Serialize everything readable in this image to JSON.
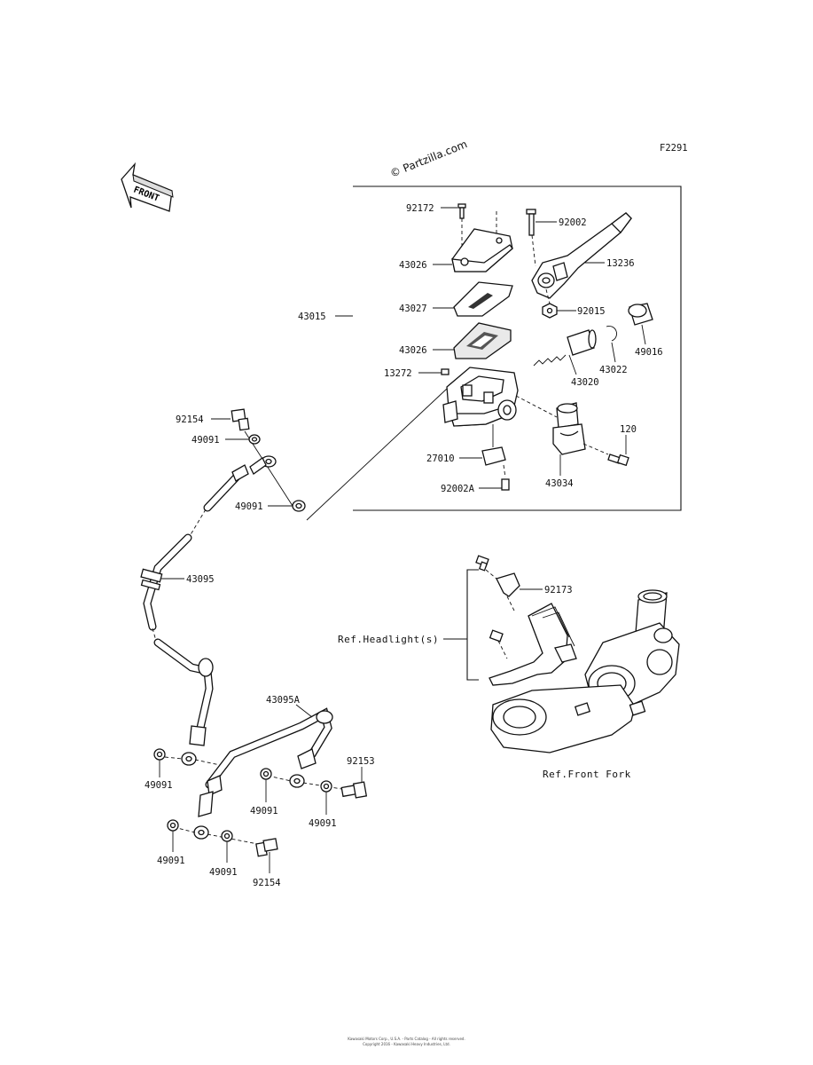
{
  "diagram": {
    "figure_code": "F2291",
    "watermark": "© Partzilla.com",
    "front_badge": "FRONT",
    "labels": {
      "p92172": "92172",
      "p43026a": "43026",
      "p43027": "43027",
      "p43026b": "43026",
      "p43015": "43015",
      "p13272": "13272",
      "p92002": "92002",
      "p13236": "13236",
      "p92015": "92015",
      "p49016": "49016",
      "p43022": "43022",
      "p43020": "43020",
      "p120": "120",
      "p43034": "43034",
      "p27010": "27010",
      "p92002A": "92002A",
      "p92154a": "92154",
      "p49091a": "49091",
      "p49091b": "49091",
      "p43095": "43095",
      "p43095A": "43095A",
      "p92153": "92153",
      "p49091c": "49091",
      "p49091d": "49091",
      "p49091e": "49091",
      "p49091f": "49091",
      "p49091g": "49091",
      "p92154b": "92154",
      "p92173": "92173",
      "ref_headlight": "Ref.Headlight(s)",
      "ref_front_fork": "Ref.Front Fork"
    },
    "footer": {
      "line1": "Kawasaki Motors Corp., U.S.A. - Parts Catalog - All rights reserved.",
      "line2": "Copyright 2016 - Kawasaki Heavy Industries, Ltd."
    }
  }
}
